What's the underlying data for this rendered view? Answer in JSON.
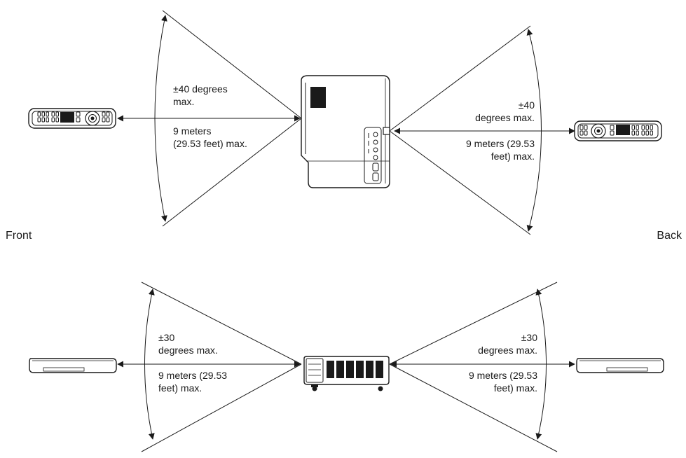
{
  "top": {
    "front_angle": [
      "±40 degrees",
      "max."
    ],
    "front_distance": [
      "9 meters",
      "(29.53 feet) max."
    ],
    "back_angle": [
      "±40",
      "degrees max."
    ],
    "back_distance": [
      "9 meters (29.53",
      "feet) max."
    ]
  },
  "sides": {
    "front": "Front",
    "back": "Back"
  },
  "bottom": {
    "left_angle": [
      "±30",
      "degrees max."
    ],
    "left_distance": [
      "9 meters (29.53",
      "feet) max."
    ],
    "right_angle": [
      "±30",
      "degrees max."
    ],
    "right_distance": [
      "9 meters (29.53",
      "feet) max."
    ]
  }
}
